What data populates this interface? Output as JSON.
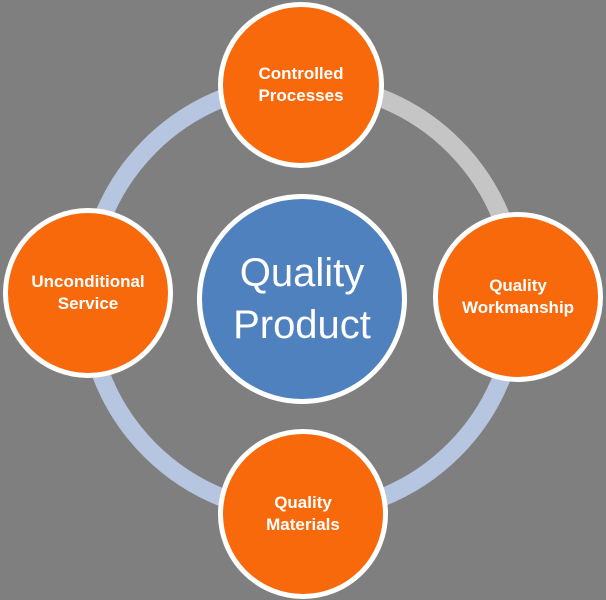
{
  "diagram": {
    "type": "cycle",
    "center": {
      "id": "quality-product",
      "lines": [
        "Quality",
        "Product"
      ]
    },
    "satellites": [
      {
        "id": "controlled-processes",
        "position": "top",
        "lines": [
          "Controlled",
          "Processes"
        ]
      },
      {
        "id": "quality-workmanship",
        "position": "right",
        "lines": [
          "Quality",
          "Workmanship"
        ]
      },
      {
        "id": "quality-materials",
        "position": "bottom",
        "lines": [
          "Quality",
          "Materials"
        ]
      },
      {
        "id": "unconditional-service",
        "position": "left",
        "lines": [
          "Unconditional",
          "Service"
        ]
      }
    ],
    "ring": {
      "segment_colors": {
        "top_left": "#B6C5E0",
        "top_right": "#C5C5C5",
        "bottom_right": "#B6C5E0",
        "bottom_left": "#B6C5E0"
      }
    },
    "colors": {
      "background": "#7F7F7F",
      "orange": "#F8690B",
      "center_blue": "#4E81BD",
      "ring_blue": "#B6C5E0",
      "ring_gray": "#C5C5C5",
      "circle_border": "#FFFFFF",
      "label_text": "#FFFFFF"
    }
  }
}
